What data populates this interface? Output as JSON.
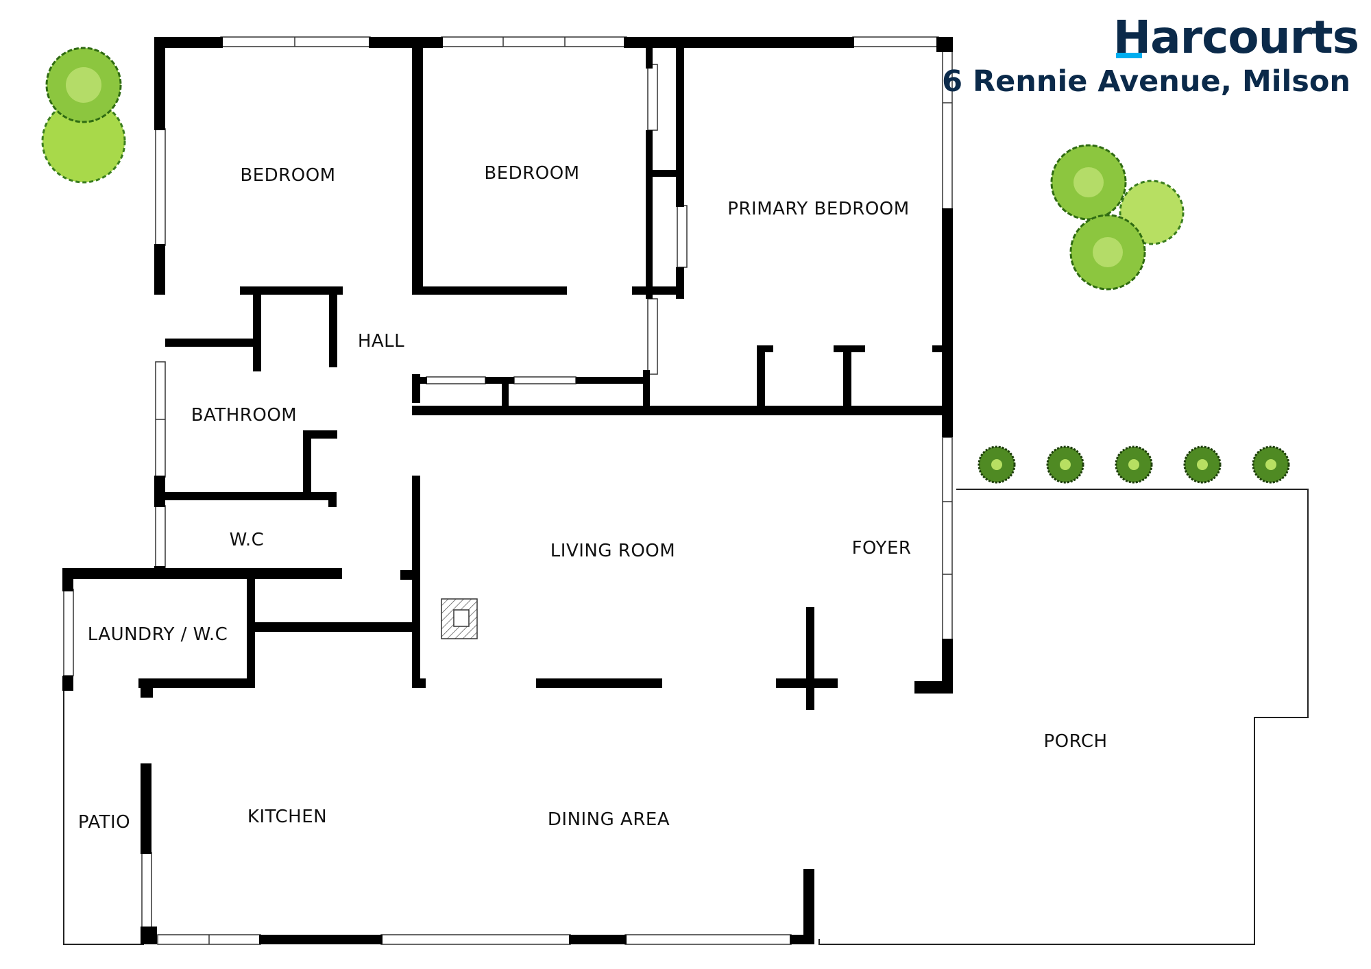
{
  "brand": {
    "name": "Harcourts",
    "address": "6 Rennie Avenue, Milson",
    "color": "#0b2a4a",
    "accent": "#00aeef"
  },
  "rooms": {
    "bedroom_1": "BEDROOM",
    "bedroom_2": "BEDROOM",
    "primary_bedroom": "PRIMARY BEDROOM",
    "hall": "HALL",
    "bathroom": "BATHROOM",
    "wc": "W.C",
    "laundry_wc": "LAUNDRY / W.C",
    "living_room": "LIVING ROOM",
    "foyer": "FOYER",
    "porch": "PORCH",
    "patio": "PATIO",
    "kitchen": "KITCHEN",
    "dining_area": "DINING AREA"
  },
  "colors": {
    "wall": "#000000",
    "tree_light": "#a8d94a",
    "tree_dark": "#3a7d1e",
    "shrub": "#2f6b12"
  },
  "icons": [
    "tree-icon",
    "shrub-icon",
    "fireplace-icon"
  ]
}
